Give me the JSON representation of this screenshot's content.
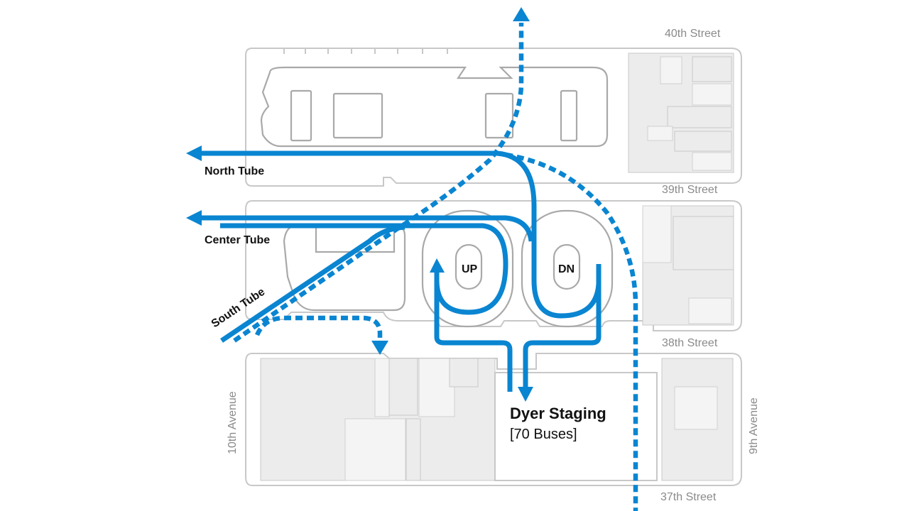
{
  "colors": {
    "route": "#0a85d1",
    "outline": "#c8c8c8",
    "building_fill": "#ececec"
  },
  "streets": {
    "s40": "40th Street",
    "s39": "39th Street",
    "s38": "38th Street",
    "s37": "37th Street",
    "ave10": "10th Avenue",
    "ave9": "9th Avenue"
  },
  "tubes": {
    "north": "North Tube",
    "center": "Center Tube",
    "south": "South Tube"
  },
  "ramps": {
    "up": "UP",
    "down": "DN"
  },
  "staging": {
    "title": "Dyer Staging",
    "capacity": "[70 Buses]"
  }
}
